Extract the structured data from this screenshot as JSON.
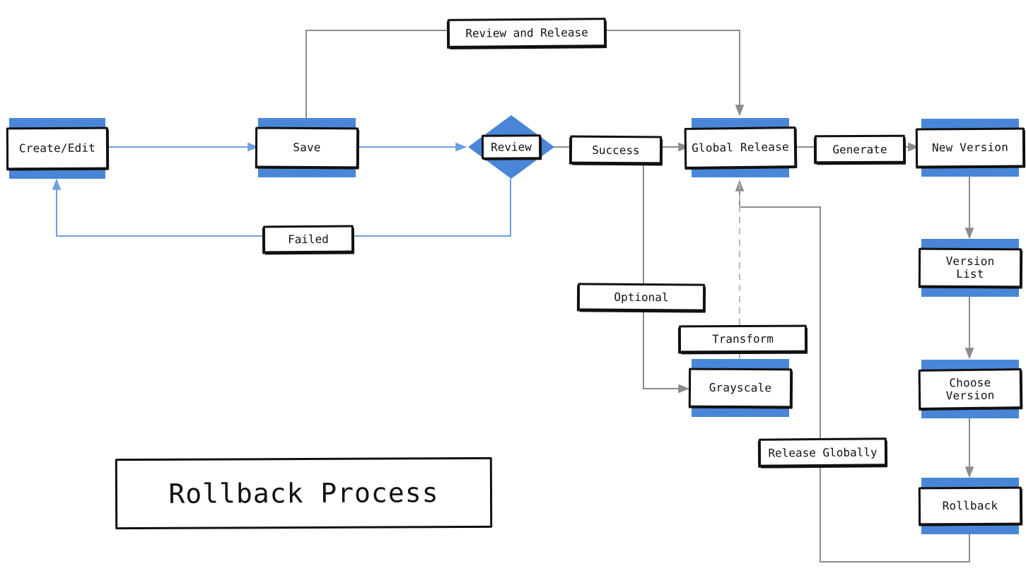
{
  "diagram": {
    "title_plate": "Rollback Process",
    "colors": {
      "node_fill": "#4a86d8",
      "inner_fill": "#ffffff",
      "stroke": "#111111",
      "edge_gray": "#8c8c8c",
      "edge_blue": "#6f9fdc",
      "background": "#ffffff"
    },
    "nodes": [
      {
        "id": "create-edit",
        "label": "Create/Edit",
        "shape": "process"
      },
      {
        "id": "save",
        "label": "Save",
        "shape": "process"
      },
      {
        "id": "review",
        "label": "Review",
        "shape": "decision"
      },
      {
        "id": "global-release",
        "label": "Global Release",
        "shape": "process"
      },
      {
        "id": "new-version",
        "label": "New Version",
        "shape": "process"
      },
      {
        "id": "version-list",
        "label": "Version\nList",
        "shape": "process"
      },
      {
        "id": "choose-version",
        "label": "Choose\nVersion",
        "shape": "process"
      },
      {
        "id": "rollback",
        "label": "Rollback",
        "shape": "process"
      },
      {
        "id": "grayscale",
        "label": "Grayscale",
        "shape": "process"
      }
    ],
    "edge_labels": [
      {
        "id": "review-and-release",
        "text": "Review and Release"
      },
      {
        "id": "success",
        "text": "Success"
      },
      {
        "id": "generate",
        "text": "Generate"
      },
      {
        "id": "failed",
        "text": "Failed"
      },
      {
        "id": "optional",
        "text": "Optional"
      },
      {
        "id": "transform",
        "text": "Transform"
      },
      {
        "id": "release-globally",
        "text": "Release Globally"
      }
    ],
    "edges": [
      {
        "from": "create-edit",
        "to": "save",
        "label": "",
        "style": "solid",
        "color": "blue"
      },
      {
        "from": "save",
        "to": "review",
        "label": "",
        "style": "solid",
        "color": "blue"
      },
      {
        "from": "save",
        "to": "global-release",
        "label": "Review and Release",
        "style": "solid",
        "color": "gray"
      },
      {
        "from": "review",
        "to": "global-release",
        "label": "Success",
        "style": "solid",
        "color": "gray"
      },
      {
        "from": "review",
        "to": "create-edit",
        "label": "Failed",
        "style": "solid",
        "color": "blue"
      },
      {
        "from": "global-release",
        "to": "new-version",
        "label": "Generate",
        "style": "solid",
        "color": "gray"
      },
      {
        "from": "new-version",
        "to": "version-list",
        "label": "",
        "style": "solid",
        "color": "gray"
      },
      {
        "from": "version-list",
        "to": "choose-version",
        "label": "",
        "style": "solid",
        "color": "gray"
      },
      {
        "from": "choose-version",
        "to": "rollback",
        "label": "",
        "style": "solid",
        "color": "gray"
      },
      {
        "from": "rollback",
        "to": "global-release",
        "label": "Release Globally",
        "style": "solid",
        "color": "gray"
      },
      {
        "from": "success",
        "to": "grayscale",
        "label": "Optional",
        "style": "solid",
        "color": "gray"
      },
      {
        "from": "grayscale",
        "to": "global-release",
        "label": "Transform",
        "style": "dashed",
        "color": "gray"
      }
    ]
  }
}
